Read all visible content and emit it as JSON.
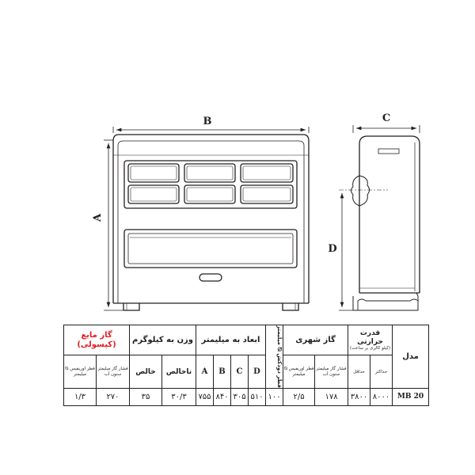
{
  "drawing": {
    "dim_labels": {
      "width": "B",
      "height": "A",
      "depth": "C",
      "side_height": "D"
    }
  },
  "table": {
    "headers": {
      "model": "مدل",
      "heat_capacity": "قدرت حرارتی",
      "heat_capacity_unit": "(کیلو کالری بر ساعت)",
      "max": "حداکثر",
      "min": "حداقل",
      "city_gas": "گاز شهری",
      "city_gas_pressure": "فشار گاز میلیمتر ستون آب",
      "city_gas_orifice": "قطر اوریفیس ⦰ میلیمتر",
      "flue_diameter": "قطر دودکش ⦰ میلیمتر",
      "dimensions": "ابعاد به میلیمتر",
      "dim_a": "A",
      "dim_b": "B",
      "dim_c": "C",
      "dim_d": "D",
      "weight": "وزن به کیلوگرم",
      "gross": "ناخالص",
      "net": "خالص",
      "lpg": "گاز مایع (کپسولی)",
      "lpg_pressure": "فشار گاز میلیمتر ستون آب",
      "lpg_orifice": "قطر اوریفیس ⦰ میلیمتر"
    },
    "row": {
      "model": "MB 20",
      "heat_max": "۸۰۰۰",
      "heat_min": "۳۸۰۰",
      "city_gas_pressure": "۱۷۸",
      "city_gas_orifice": "۲/۵",
      "flue_diameter": "۱۰۰",
      "dim_d": "۵۱۰",
      "dim_c": "۳۰۵",
      "dim_b": "۸۴۰",
      "dim_a": "۷۵۵",
      "weight_gross": "۳۰/۳",
      "weight_net": "۳۵",
      "lpg_pressure": "۲۷۰",
      "lpg_orifice": "۱/۳"
    }
  },
  "colors": {
    "line": "#231f20",
    "lpg_header": "#e31e24"
  }
}
